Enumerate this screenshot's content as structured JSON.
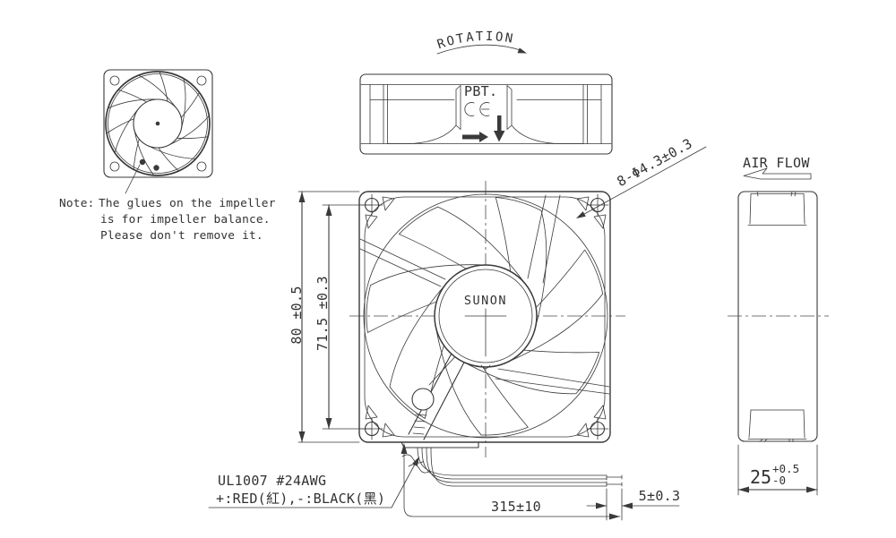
{
  "drawing": {
    "title_context": "SUNON 80x80x25 axial fan outline drawing",
    "ink_color": "#3a3a3a",
    "background_color": "#ffffff",
    "brand": "SUNON",
    "note": {
      "label": "Note:",
      "line1": "The glues on the impeller",
      "line2": "is for impeller balance.",
      "line3": "Please don't remove it."
    },
    "rotation_label": "ROTATION",
    "top_view": {
      "material": "PBT.",
      "ce_mark_icon": "CE"
    },
    "airflow_label": "AIR FLOW",
    "callouts": {
      "mounting_holes": "8-Φ4.3±0.3",
      "wire_gauge": "UL1007 #24AWG",
      "wire_polarity": "+:RED(紅),-:BLACK(黑)"
    },
    "dimensions": {
      "frame_size": "80 ±0.5",
      "hole_pitch": "71.5 ±0.3",
      "depth_value": "25",
      "depth_plus": "+0.5",
      "depth_minus": "-0",
      "lead_length": "315±10",
      "strip_length": "5±0.3"
    }
  }
}
